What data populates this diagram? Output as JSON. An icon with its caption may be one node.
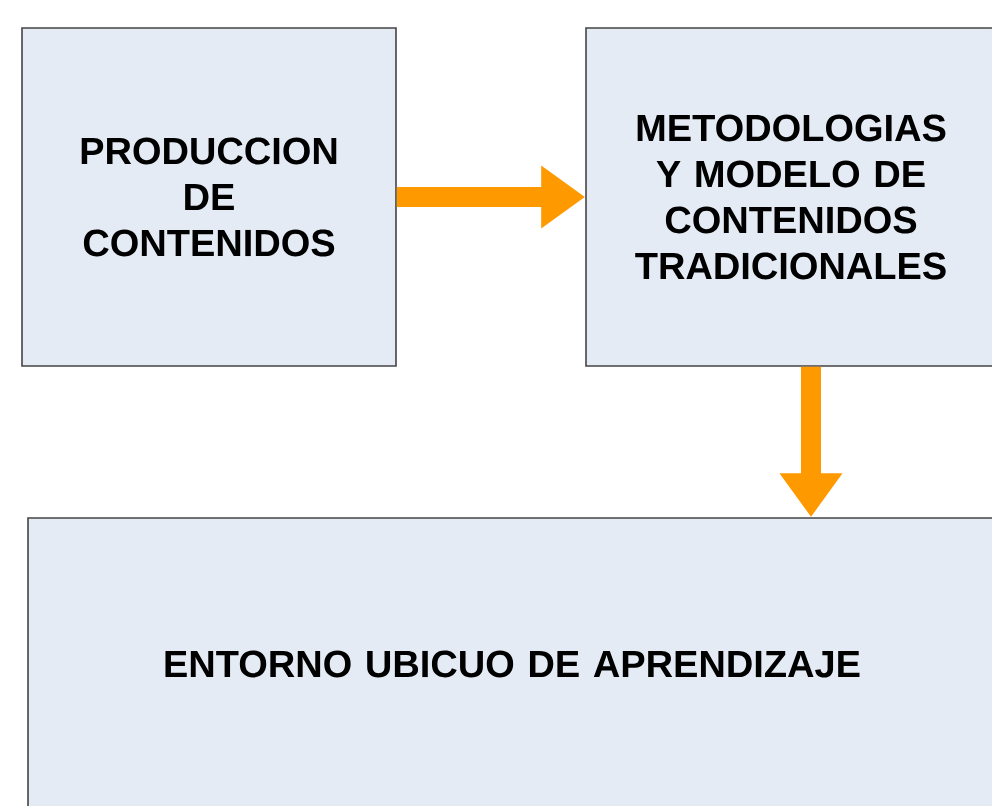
{
  "diagram": {
    "nodes": [
      {
        "text": [
          "PRODUCCION DE CONTENIDOS"
        ]
      },
      {
        "text": [
          "METODOLOGIAS Y MODELO DE CONTENIDOS TRADICIONALES"
        ]
      },
      {
        "text": [
          "ENTORNO UBICUO DE APRENDIZAJE"
        ]
      }
    ],
    "edges": [
      {
        "from": 0,
        "to": 1,
        "arrow": "to"
      },
      {
        "from": 1,
        "to": 2,
        "arrow": "to"
      }
    ]
  }
}
